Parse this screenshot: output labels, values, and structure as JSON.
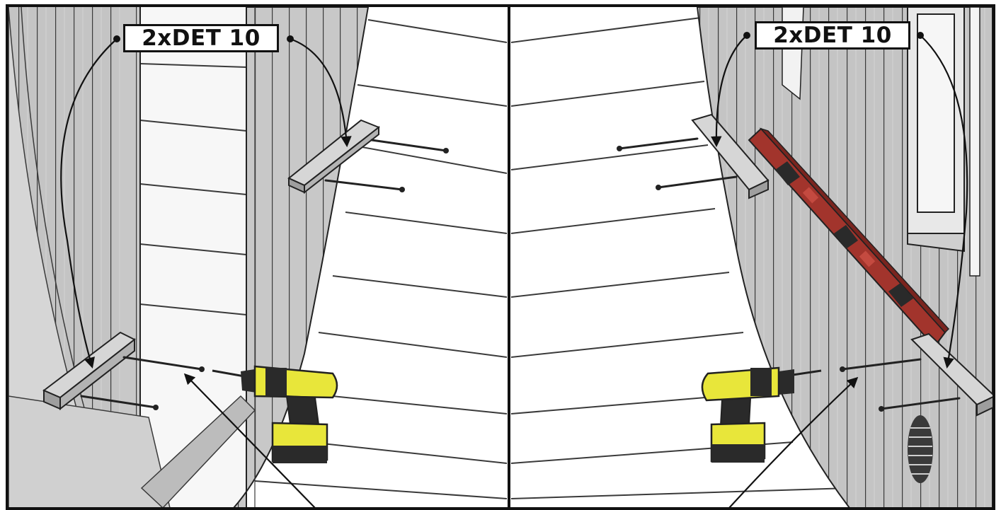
{
  "callouts": {
    "left": "2xDET 10",
    "right": "2xDET 10"
  },
  "colors": {
    "wall_gray": "#c4c4c4",
    "plank_line": "#3a3a3a",
    "board_white": "#f6f6f6",
    "drill_yellow": "#e8e63a",
    "drill_dark": "#2a2a2a",
    "level_red": "#a2342c",
    "outline": "#111111"
  },
  "panels": [
    {
      "id": "left",
      "tool": "drill"
    },
    {
      "id": "right",
      "tool": "drill + spirit level"
    }
  ]
}
